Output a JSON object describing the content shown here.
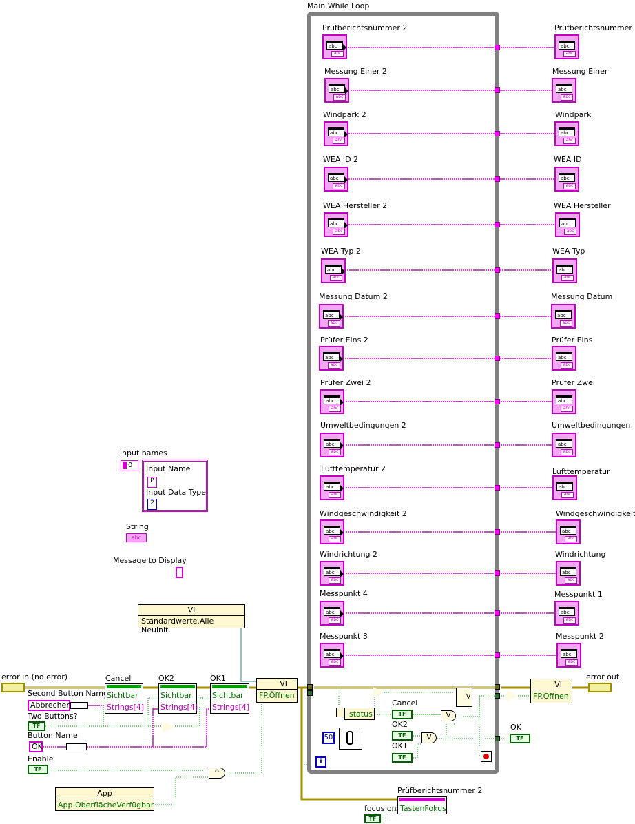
{
  "loop": {
    "label": "Main While Loop",
    "iteration_terminal": "i",
    "wait_constant": "50",
    "status_label": "status"
  },
  "pairs": [
    {
      "left": "Prüfberichtsnummer 2",
      "right": "Prüfberichtsnummer"
    },
    {
      "left": "Messung Einer 2",
      "right": "Messung Einer"
    },
    {
      "left": "Windpark 2",
      "right": "Windpark"
    },
    {
      "left": "WEA ID 2",
      "right": "WEA ID"
    },
    {
      "left": "WEA Hersteller 2",
      "right": "WEA Hersteller"
    },
    {
      "left": "WEA Typ 2",
      "right": "WEA Typ"
    },
    {
      "left": "Messung Datum 2",
      "right": "Messung Datum"
    },
    {
      "left": "Prüfer Eins 2",
      "right": "Prüfer Eins"
    },
    {
      "left": "Prüfer Zwei 2",
      "right": "Prüfer Zwei"
    },
    {
      "left": "Umweltbedingungen 2",
      "right": "Umweltbedingungen"
    },
    {
      "left": "Lufttemperatur 2",
      "right": "Lufttemperatur"
    },
    {
      "left": "Windgeschwindigkeit 2",
      "right": "Windgeschwindigkeit"
    },
    {
      "left": "Windrichtung 2",
      "right": "Windrichtung"
    },
    {
      "left": "Messpunkt 4",
      "right": "Messpunkt 1"
    },
    {
      "left": "Messpunkt 3",
      "right": "Messpunkt 2"
    }
  ],
  "indicator_glyphs": {
    "abc": "abc",
    "tag": "abc"
  },
  "input_names": {
    "label": "input names",
    "index": "0",
    "field1": "Input Name",
    "field1_value": "P",
    "field2": "Input Data Type",
    "field2_value": "2"
  },
  "string_label": "String",
  "string_glyph": "abc",
  "message_label": "Message to Display",
  "vi_ref": {
    "title": "VI",
    "method": "Standardwerte.Alle Neuinit."
  },
  "error_in": "error in (no error)",
  "error_out": "error out",
  "second_button_name": "Second Button Name",
  "abbrechen": "Abbrechen",
  "two_buttons": "Two Buttons?",
  "button_name": "Button Name",
  "ok_value": "OK",
  "enable": "Enable",
  "tf": "TF",
  "prop_cancel": {
    "label": "Cancel",
    "p1": "Sichtbar",
    "p2": "Strings[4]"
  },
  "prop_ok2": {
    "label": "OK2",
    "p1": "Sichtbar",
    "p2": "Strings[4]"
  },
  "prop_ok1": {
    "label": "OK1",
    "p1": "Sichtbar",
    "p2": "Strings[4]"
  },
  "fp_open_left": {
    "title": "VI",
    "method": "FP.Öffnen"
  },
  "fp_open_right": {
    "title": "VI",
    "method": "FP.Öffnen"
  },
  "app_node": {
    "title": "App",
    "method": "App.OberflächeVerfügbar"
  },
  "bottom_prop": {
    "label": "Prüfberichtsnummer 2",
    "method": "TastenFokus"
  },
  "focus_on": "focus on",
  "inner_cancel": "Cancel",
  "inner_ok2": "OK2",
  "inner_ok1": "OK1",
  "ok_out": "OK",
  "or_glyph": "V",
  "and_glyph": "^",
  "colors": {
    "string_wire": "#d000d0",
    "bool_wire": "#00a000",
    "error_wire": "#b0a000",
    "loop_border": "#808080"
  }
}
